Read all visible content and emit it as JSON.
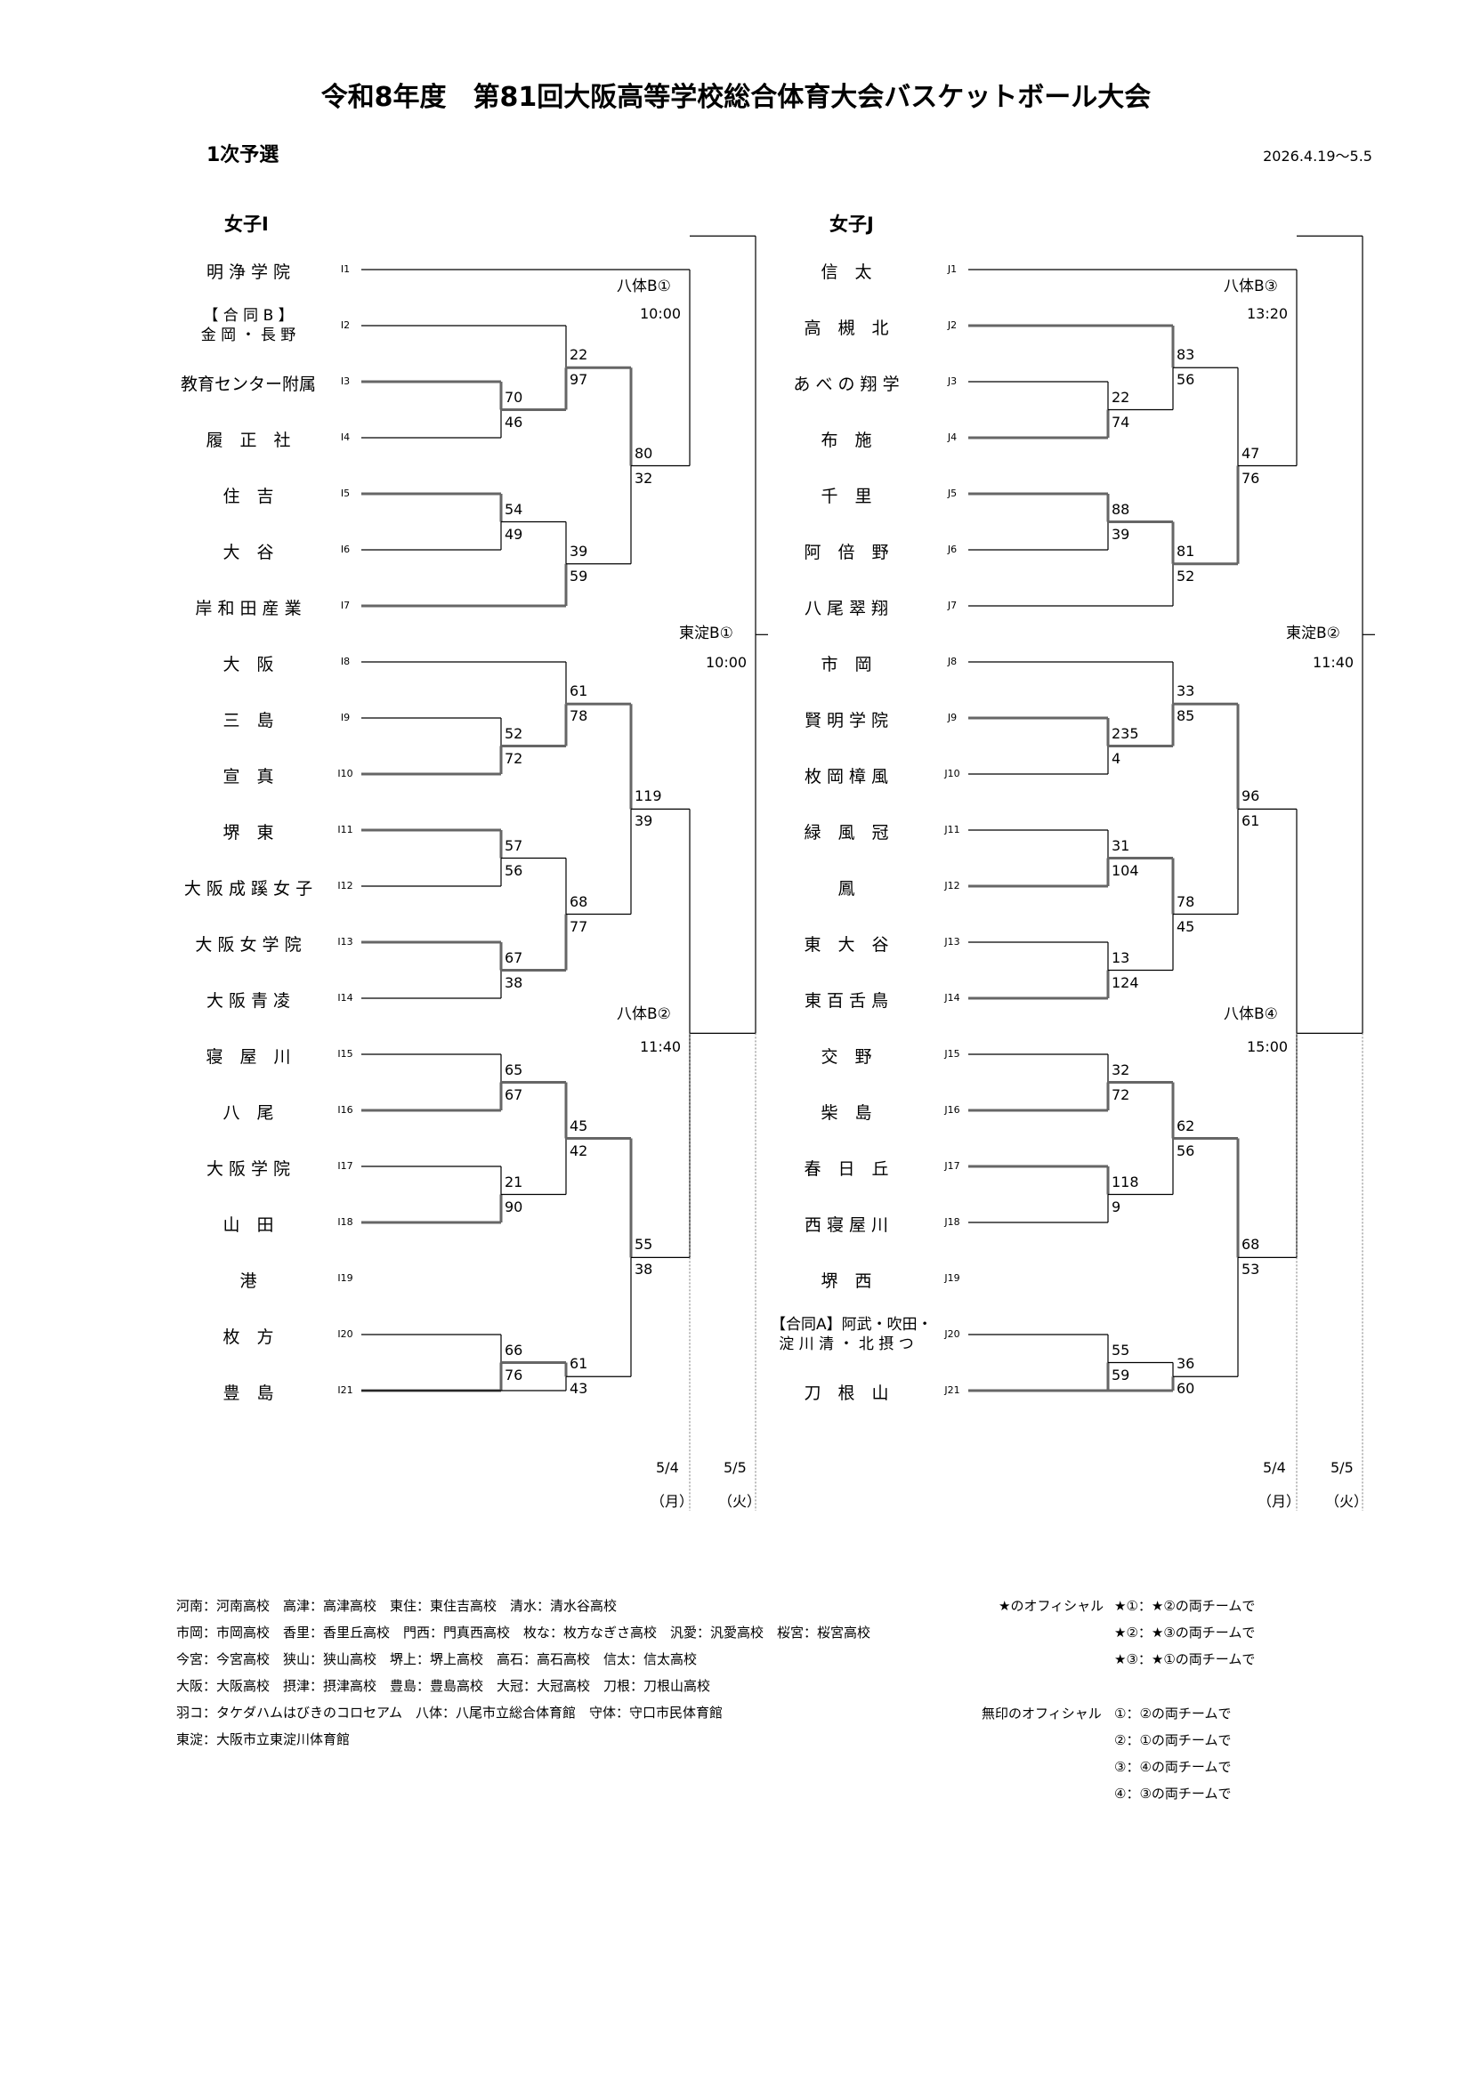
{
  "title": "令和8年度　第81回大阪高等学校総合体育大会バスケットボール大会",
  "round": "1次予選",
  "dates": "2026.4.19〜5.5",
  "left": {
    "title": "女子I",
    "teams": [
      {
        "seed": "I1",
        "name": "明 浄 学 院"
      },
      {
        "seed": "I2",
        "name": "【 合 同 B 】\n金 岡 ・ 長 野"
      },
      {
        "seed": "I3",
        "name": "教育センター附属"
      },
      {
        "seed": "I4",
        "name": "履　正　社"
      },
      {
        "seed": "I5",
        "name": "住　吉"
      },
      {
        "seed": "I6",
        "name": "大　谷"
      },
      {
        "seed": "I7",
        "name": "岸 和 田 産 業"
      },
      {
        "seed": "I8",
        "name": "大　阪"
      },
      {
        "seed": "I9",
        "name": "三　島"
      },
      {
        "seed": "I10",
        "name": "宣　真"
      },
      {
        "seed": "I11",
        "name": "堺　東"
      },
      {
        "seed": "I12",
        "name": "大 阪 成 蹊 女 子"
      },
      {
        "seed": "I13",
        "name": "大 阪 女 学 院"
      },
      {
        "seed": "I14",
        "name": "大 阪 青 凌"
      },
      {
        "seed": "I15",
        "name": "寝　屋　川"
      },
      {
        "seed": "I16",
        "name": "八　尾"
      },
      {
        "seed": "I17",
        "name": "大 阪 学 院"
      },
      {
        "seed": "I18",
        "name": "山　田"
      },
      {
        "seed": "I19",
        "name": "港"
      },
      {
        "seed": "I20",
        "name": "枚　方"
      },
      {
        "seed": "I21",
        "name": "豊　島"
      }
    ],
    "r1": [
      [
        "70",
        "46"
      ],
      [
        "54",
        "49"
      ],
      [
        "52",
        "72"
      ],
      [
        "57",
        "56"
      ],
      [
        "67",
        "38"
      ],
      [
        "65",
        "67"
      ],
      [
        "21",
        "90"
      ],
      [
        "66",
        "76"
      ]
    ],
    "r2": [
      [
        "22",
        "97"
      ],
      [
        "39",
        "59"
      ],
      [
        "61",
        "78"
      ],
      [
        "68",
        "77"
      ],
      [
        "45",
        "42"
      ],
      [
        "61",
        "43"
      ]
    ],
    "r3": [
      [
        "80",
        "32"
      ],
      [
        "119",
        "39"
      ],
      [
        "55",
        "38"
      ]
    ],
    "venues": {
      "a": {
        "name": "八体B①",
        "time": "10:00"
      },
      "b": {
        "name": "八体B②",
        "time": "11:40"
      },
      "final": {
        "name": "東淀B①",
        "time": "10:00"
      }
    },
    "dates": {
      "d1": "5/4",
      "w1": "（月）",
      "d2": "5/5",
      "w2": "（火）"
    }
  },
  "right": {
    "title": "女子J",
    "teams": [
      {
        "seed": "J1",
        "name": "信　太"
      },
      {
        "seed": "J2",
        "name": "高　槻　北"
      },
      {
        "seed": "J3",
        "name": "あ べ の 翔 学"
      },
      {
        "seed": "J4",
        "name": "布　施"
      },
      {
        "seed": "J5",
        "name": "千　里"
      },
      {
        "seed": "J6",
        "name": "阿　倍　野"
      },
      {
        "seed": "J7",
        "name": "八 尾 翠 翔"
      },
      {
        "seed": "J8",
        "name": "市　岡"
      },
      {
        "seed": "J9",
        "name": "賢 明 学 院"
      },
      {
        "seed": "J10",
        "name": "枚 岡 樟 風"
      },
      {
        "seed": "J11",
        "name": "緑　風　冠"
      },
      {
        "seed": "J12",
        "name": "鳳"
      },
      {
        "seed": "J13",
        "name": "東　大　谷"
      },
      {
        "seed": "J14",
        "name": "東 百 舌 鳥"
      },
      {
        "seed": "J15",
        "name": "交　野"
      },
      {
        "seed": "J16",
        "name": "柴　島"
      },
      {
        "seed": "J17",
        "name": "春　日　丘"
      },
      {
        "seed": "J18",
        "name": "西 寝 屋 川"
      },
      {
        "seed": "J19",
        "name": "堺　西"
      },
      {
        "seed": "J20",
        "name": "【合同A】阿武・吹田・\n淀 川 清 ・ 北 摂 つ"
      },
      {
        "seed": "J21",
        "name": "刀　根　山"
      }
    ],
    "r1": [
      [
        "22",
        "74"
      ],
      [
        "88",
        "39"
      ],
      [
        "235",
        "4"
      ],
      [
        "31",
        "104"
      ],
      [
        "13",
        "124"
      ],
      [
        "32",
        "72"
      ],
      [
        "118",
        "9"
      ],
      [
        "55",
        "59"
      ]
    ],
    "r2": [
      [
        "83",
        "56"
      ],
      [
        "81",
        "52"
      ],
      [
        "33",
        "85"
      ],
      [
        "78",
        "45"
      ],
      [
        "62",
        "56"
      ],
      [
        "36",
        "60"
      ]
    ],
    "r3": [
      [
        "47",
        "76"
      ],
      [
        "96",
        "61"
      ],
      [
        "68",
        "53"
      ]
    ],
    "venues": {
      "a": {
        "name": "八体B③",
        "time": "13:20"
      },
      "b": {
        "name": "八体B④",
        "time": "15:00"
      },
      "final": {
        "name": "東淀B②",
        "time": "11:40"
      }
    },
    "dates": {
      "d1": "5/4",
      "w1": "（月）",
      "d2": "5/5",
      "w2": "（火）"
    }
  },
  "legend": [
    "河南：河南高校　高津：高津高校　東住：東住吉高校　清水：清水谷高校",
    "市岡：市岡高校　香里：香里丘高校　門西：門真西高校　枚な：枚方なぎさ高校　汎愛：汎愛高校　桜宮：桜宮高校",
    "今宮：今宮高校　狭山：狭山高校　堺上：堺上高校　高石：高石高校　信太：信太高校",
    "大阪：大阪高校　摂津：摂津高校　豊島：豊島高校　大冠：大冠高校　刀根：刀根山高校",
    "羽コ：タケダハムはびきのコロセアム　八体：八尾市立総合体育館　守体：守口市民体育館",
    "東淀：大阪市立東淀川体育館"
  ],
  "officials": {
    "star_label": "★のオフィシャル",
    "star": [
      "★①：★②の両チームで",
      "★②：★③の両チームで",
      "★③：★①の両チームで"
    ],
    "plain_label": "無印のオフィシャル",
    "plain": [
      "①：②の両チームで",
      "②：①の両チームで",
      "③：④の両チームで",
      "④：③の両チームで"
    ]
  }
}
